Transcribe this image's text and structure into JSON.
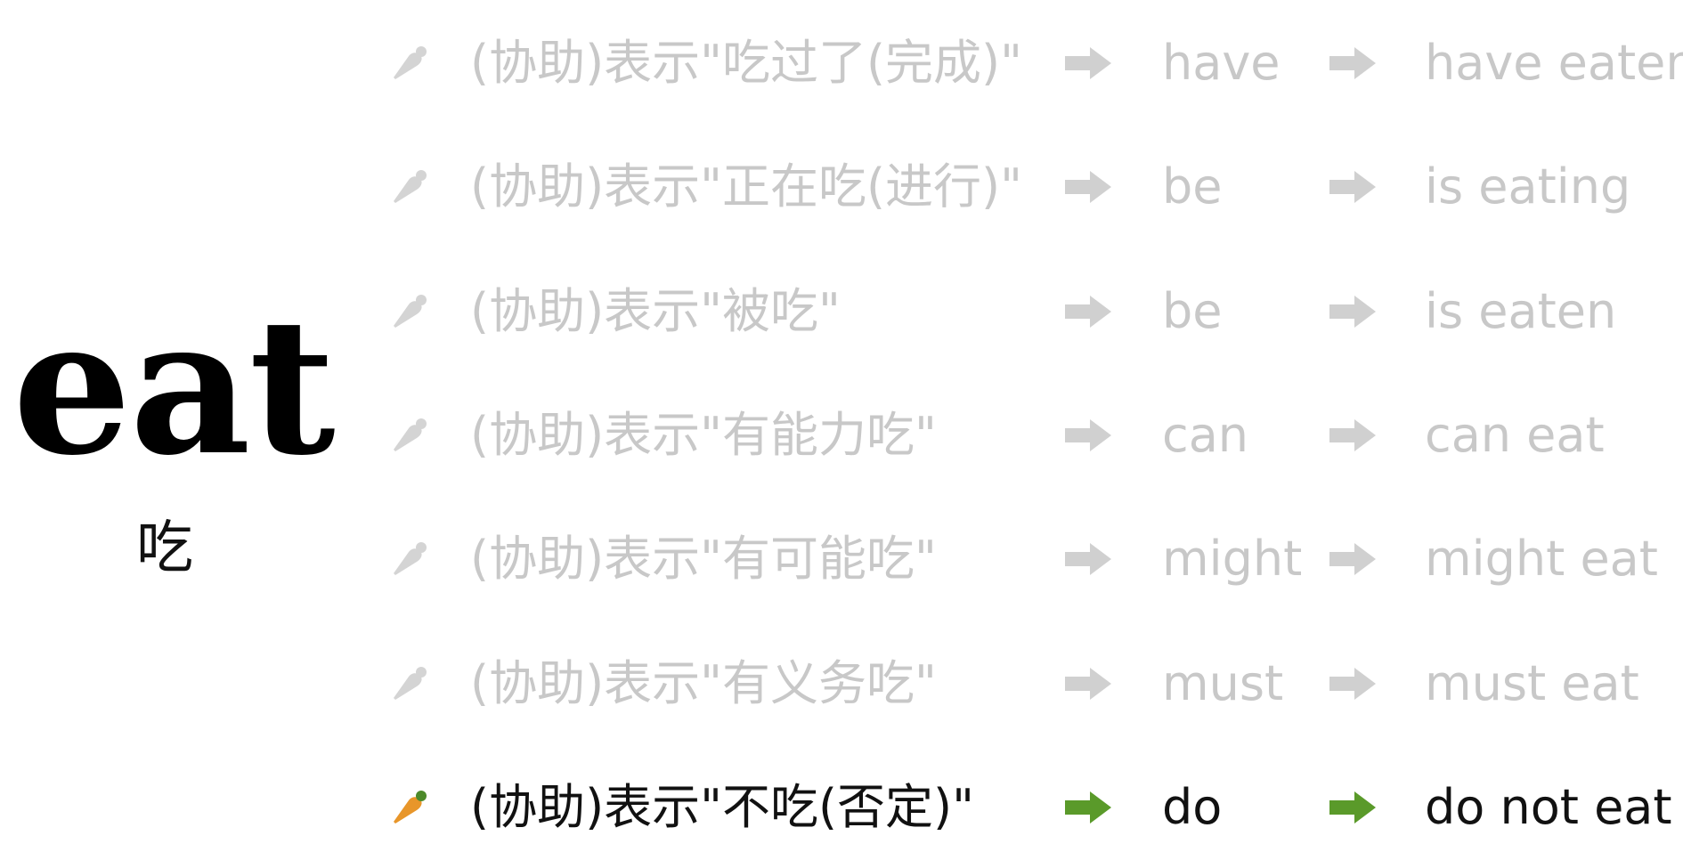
{
  "headword": {
    "word": "eat",
    "meaning": "吃"
  },
  "rows": [
    {
      "icon": "carrot-icon",
      "meaning": "(协助)表示\"吃过了(完成)\"",
      "auxiliary": "have",
      "example": "have eaten",
      "active": false
    },
    {
      "icon": "carrot-icon",
      "meaning": "(协助)表示\"正在吃(进行)\"",
      "auxiliary": "be",
      "example": "is eating",
      "active": false
    },
    {
      "icon": "carrot-icon",
      "meaning": "(协助)表示\"被吃\"",
      "auxiliary": "be",
      "example": "is eaten",
      "active": false
    },
    {
      "icon": "carrot-icon",
      "meaning": "(协助)表示\"有能力吃\"",
      "auxiliary": "can",
      "example": "can eat",
      "active": false
    },
    {
      "icon": "carrot-icon",
      "meaning": "(协助)表示\"有可能吃\"",
      "auxiliary": "might",
      "example": "might eat",
      "active": false
    },
    {
      "icon": "carrot-icon",
      "meaning": "(协助)表示\"有义务吃\"",
      "auxiliary": "must",
      "example": "must eat",
      "active": false
    },
    {
      "icon": "carrot-icon",
      "meaning": "(协助)表示\"不吃(否定)\"",
      "auxiliary": "do",
      "example": "do not eat",
      "active": true
    }
  ],
  "colors": {
    "inactive_text": "#c8c8c8",
    "active_text": "#111111",
    "active_arrow": "#5a9a2a",
    "active_carrot": "#e8962a",
    "carrot_leaf": "#4c8a2a"
  },
  "icons": {
    "arrow": "right-arrow-icon",
    "carrot": "carrot-icon"
  }
}
